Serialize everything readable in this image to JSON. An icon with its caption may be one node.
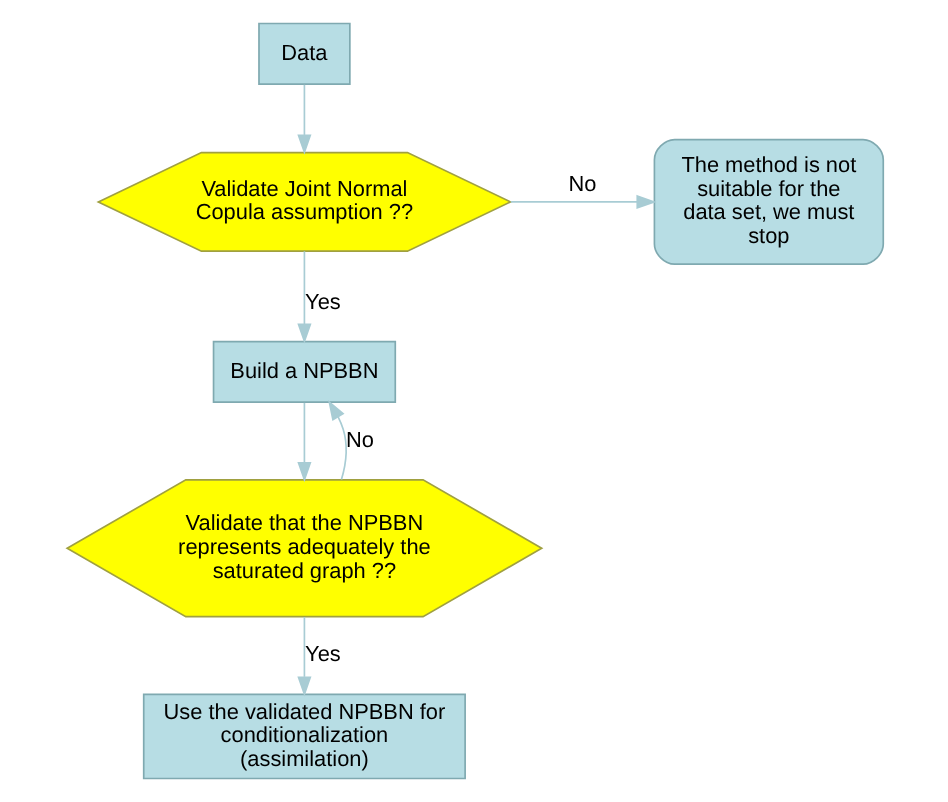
{
  "diagram": {
    "nodes": [
      {
        "text": [
          "Data"
        ]
      },
      {
        "text": [
          "Validate Joint Normal Copula assumption ??"
        ]
      },
      {
        "text": [
          "The method is not suitable for the data set, we must stop"
        ]
      },
      {
        "text": [
          "Build a NPBBN"
        ]
      },
      {
        "text": [
          "Validate that the NPBBN represents adequately the saturated graph ??"
        ]
      },
      {
        "text": [
          "Use the validated NPBBN for conditionalization (assimilation)"
        ]
      }
    ],
    "edges": [
      {
        "from": 0,
        "to": 1,
        "arrow": "to"
      },
      {
        "from": 1,
        "to": 2,
        "arrow": "to",
        "label": "No"
      },
      {
        "from": 1,
        "to": 3,
        "arrow": "to",
        "label": "Yes"
      },
      {
        "from": 3,
        "to": 4,
        "arrow": "to"
      },
      {
        "from": 4,
        "to": 3,
        "arrow": "to",
        "label": "No"
      },
      {
        "from": 4,
        "to": 5,
        "arrow": "to",
        "label": "Yes"
      }
    ]
  }
}
